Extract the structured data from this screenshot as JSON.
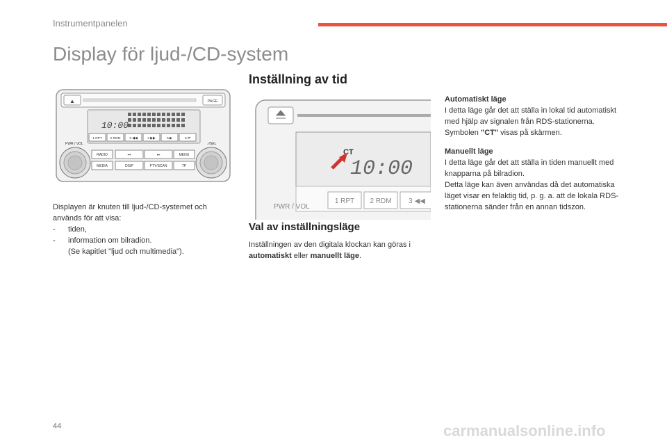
{
  "header": {
    "section": "Instrumentpanelen",
    "accent_color": "#e8543f"
  },
  "title": "Display för ljud-/CD-system",
  "heading_time": "Inställning av tid",
  "heading_mode": "Val av inställningsläge",
  "radio": {
    "time": "10:00",
    "eject": "▲",
    "page": "PAGE",
    "pwr_vol": "PWR / VOL",
    "fsel": "♪/SEL",
    "presets": [
      "1 RPT",
      "2 RDM",
      "3 ◀◀",
      "4 ▶▶",
      "5 ▶",
      "6 ⇄"
    ],
    "keys_row1": [
      "RADIO",
      "⏮",
      "⏭",
      "MENU"
    ],
    "keys_row2": [
      "MEDIA",
      "DISP",
      "PTY/SCAN",
      "TP"
    ]
  },
  "zoom": {
    "ct": "CT",
    "time": "10:00",
    "pwr_vol": "PWR / VOL",
    "presets": [
      "1 RPT",
      "2 RDM",
      "3 ◀◀"
    ]
  },
  "intro": {
    "lead": "Displayen är knuten till ljud-/CD-systemet och används för att visa:",
    "items": [
      "tiden,",
      "information om bilradion."
    ],
    "note": "(Se kapitlet \"ljud och multimedia\")."
  },
  "mode": {
    "text_before": "Inställningen av den digitala klockan kan göras i ",
    "auto": "automatiskt",
    "between": " eller ",
    "manual": "manuellt läge",
    "after": "."
  },
  "automatic": {
    "label": "Automatiskt läge",
    "text": "I detta läge går det att ställa in lokal tid automatiskt med hjälp av signalen från RDS-stationerna.",
    "symbol_before": "Symbolen ",
    "symbol": "\"CT\"",
    "symbol_after": " visas på skärmen."
  },
  "manual": {
    "label": "Manuellt läge",
    "text1": "I detta läge går det att ställa in tiden manuellt med knapparna på bilradion.",
    "text2": "Detta läge kan även användas då det automatiska läget visar en felaktig tid, p. g. a. att de lokala RDS-stationerna sänder från en annan tidszon."
  },
  "page_number": "44",
  "watermark": "carmanualsonline.info"
}
